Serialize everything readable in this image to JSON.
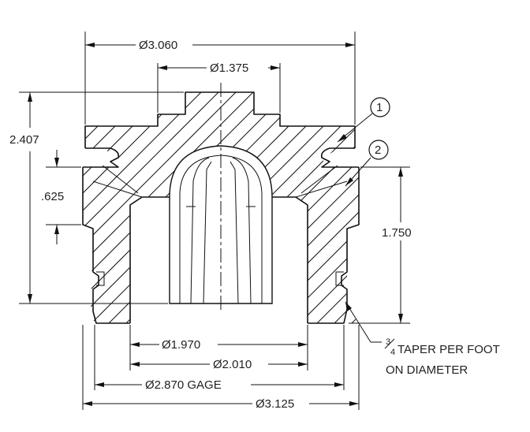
{
  "dimensions": {
    "top_outer_dia": "Ø3.060",
    "top_inner_dia": "Ø1.375",
    "height_total": "2.407",
    "height_small": ".625",
    "height_right": "1.750",
    "bore_dia_1": "Ø1.970",
    "bore_dia_2": "Ø2.010",
    "gage_dia": "Ø2.870 GAGE",
    "bottom_outer_dia": "Ø3.125"
  },
  "balloons": [
    "1",
    "2"
  ],
  "taper_note": {
    "numerator": "3",
    "denominator": "4",
    "line1_rest": "TAPER PER FOOT",
    "line2": "ON DIAMETER"
  }
}
